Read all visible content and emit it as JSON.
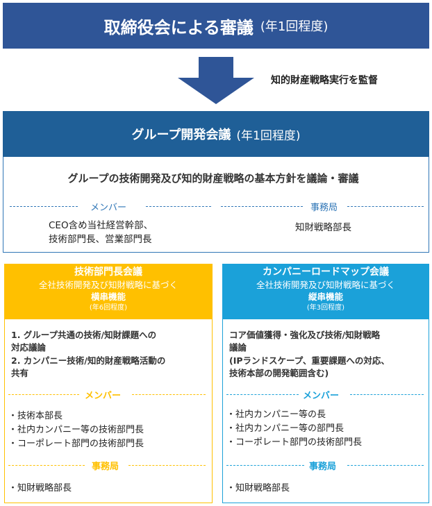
{
  "top": {
    "title": "取締役会による審議",
    "note": "(年1回程度)"
  },
  "arrow_label": "知的財産戦略実行を監督",
  "group": {
    "title": "グループ開発会議",
    "note": "(年1回程度)",
    "description": "グループの技術開発及び知的財産戦略の基本方針を議論・審議",
    "member_label": "メンバー",
    "member_lines": [
      "CEO含め当社経営幹部、",
      "技術部門長、営業部門長"
    ],
    "office_label": "事務局",
    "office_value": "知財戦略部長"
  },
  "left": {
    "title": "技術部門長会議",
    "line1": "全社技術開発及び知財戦略に基づく",
    "line2": "横串機能",
    "line3": "(年6回程度)",
    "items": [
      "1. グループ共通の技術/知財課題への",
      "    対応議論",
      "2. カンパニー技術/知的財産戦略活動の",
      "    共有"
    ],
    "member_label": "メンバー",
    "members": [
      "・技術本部長",
      "・社内カンパニー等の技術部門長",
      "・コーポレート部門の技術部門長"
    ],
    "office_label": "事務局",
    "office_value": "・知財戦略部長"
  },
  "right": {
    "title": "カンパニーロードマップ会議",
    "line1": "全社技術開発及び知財戦略に基づく",
    "line2": "縦串機能",
    "line3": "(年3回程度)",
    "items": [
      "コア価値獲得・強化及び技術/知財戦略",
      "議論",
      "(IPランドスケープ、重要課題への対応、",
      "技術本部の開発範囲含む)"
    ],
    "member_label": "メンバー",
    "members": [
      "・社内カンパニー等の長",
      "・社内カンパニー等の部門長",
      "・コーポレート部門の技術部門長"
    ],
    "office_label": "事務局",
    "office_value": "・知財戦略部長"
  },
  "colors": {
    "navy": "#2f5597",
    "blue": "#1f5f97",
    "gold": "#ffc000",
    "cyan": "#1ba1d9"
  }
}
